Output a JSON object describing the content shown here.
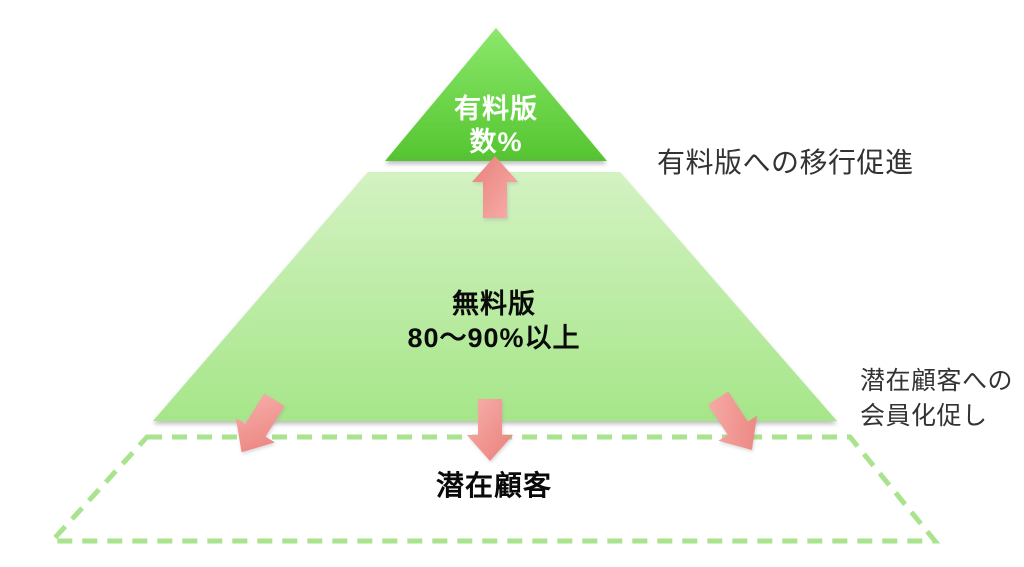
{
  "pyramid": {
    "top_tier": {
      "line1": "有料版",
      "line2": "数%"
    },
    "middle_tier": {
      "line1": "無料版",
      "line2": "80〜90%以上"
    },
    "bottom_tier": {
      "label": "潜在顧客"
    }
  },
  "annotations": {
    "to_paid": "有料版への移行促進",
    "to_member_line1": "潜在顧客への",
    "to_member_line2": "会員化促し"
  },
  "colors": {
    "triangle_top": "#8BE86B",
    "triangle_bottom": "#54C530",
    "triangle_edge": "#5BBC3C",
    "trapezoid_top": "#D3F2C2",
    "trapezoid_bottom": "#A6E689",
    "dashed_border": "#A9E38D",
    "arrow_light": "#F7B0AB",
    "arrow_dark": "#EA7F7B",
    "annotation_text": "#333333",
    "label_black": "#0A0A0A",
    "label_white": "#FFFFFF"
  }
}
